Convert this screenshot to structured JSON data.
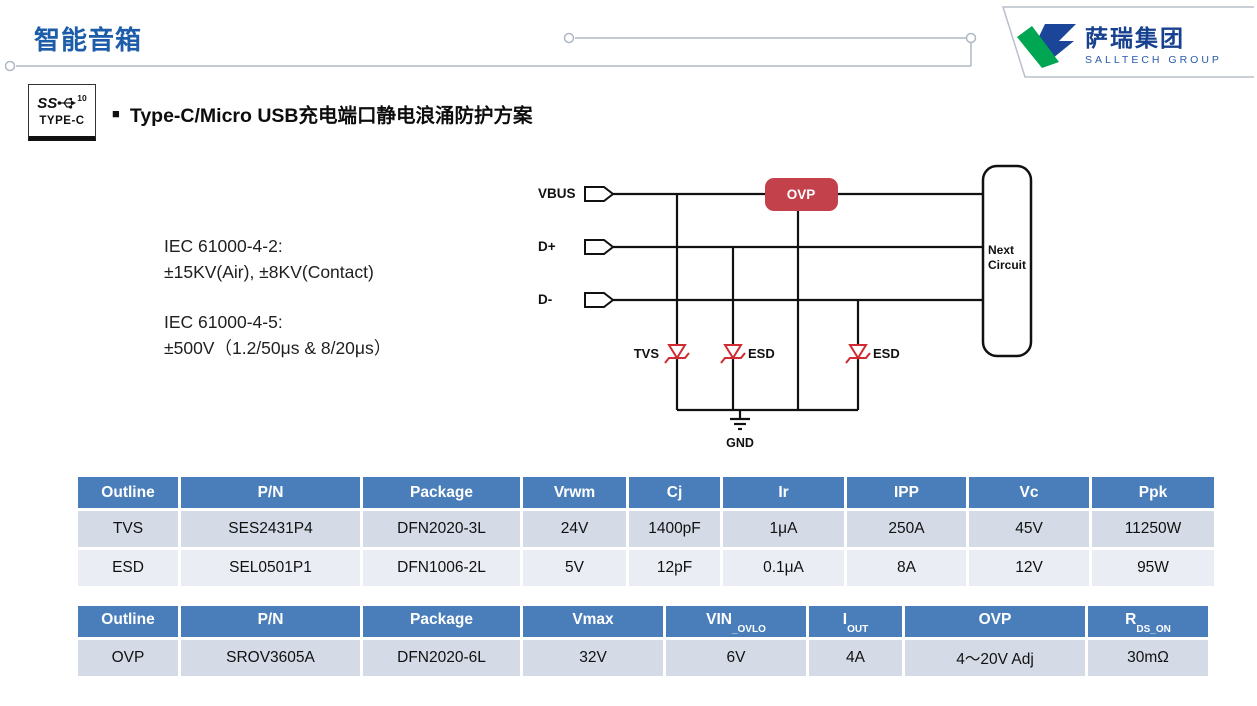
{
  "page": {
    "title": "智能音箱",
    "bullet": "■",
    "section_heading": "Type-C/Micro USB充电端口静电浪涌防护方案"
  },
  "logo": {
    "name_cn": "萨瑞集团",
    "name_en": "SALLTECH GROUP"
  },
  "typec_icon": {
    "ss_label": "SS",
    "speed": "10",
    "caption": "TYPE-C"
  },
  "specs": {
    "line1": "IEC 61000-4-2:",
    "line2": "±15KV(Air), ±8KV(Contact)",
    "line3": "IEC 61000-4-5:",
    "line4": "±500V（1.2/50μs & 8/20μs）"
  },
  "circuit": {
    "signals": [
      "VBUS",
      "D+",
      "D-"
    ],
    "ovp_label": "OVP",
    "next_line1": "Next",
    "next_line2": "Circuit",
    "tvs_label": "TVS",
    "esd_label": "ESD",
    "gnd_label": "GND"
  },
  "table1": {
    "headers": [
      "Outline",
      "P/N",
      "Package",
      "Vrwm",
      "Cj",
      "Ir",
      "IPP",
      "Vc",
      "Ppk"
    ],
    "rows": [
      [
        "TVS",
        "SES2431P4",
        "DFN2020-3L",
        "24V",
        "1400pF",
        "1μA",
        "250A",
        "45V",
        "11250W"
      ],
      [
        "ESD",
        "SEL0501P1",
        "DFN1006-2L",
        "5V",
        "12pF",
        "0.1μA",
        "8A",
        "12V",
        "95W"
      ]
    ]
  },
  "table2": {
    "headers": [
      {
        "base": "Outline",
        "sub": ""
      },
      {
        "base": "P/N",
        "sub": ""
      },
      {
        "base": "Package",
        "sub": ""
      },
      {
        "base": "Vmax",
        "sub": ""
      },
      {
        "base": "VIN",
        "sub": "_OVLO"
      },
      {
        "base": "I",
        "sub": "OUT"
      },
      {
        "base": "OVP",
        "sub": ""
      },
      {
        "base": "R",
        "sub": "DS_ON"
      }
    ],
    "rows": [
      [
        "OVP",
        "SROV3605A",
        "DFN2020-6L",
        "32V",
        "6V",
        "4A",
        "4～20V Adj",
        "30mΩ"
      ]
    ]
  },
  "colors": {
    "header_bg": "#4A7EBA",
    "row_dark": "#D4DBE7",
    "row_light": "#EAEDF4",
    "title_blue": "#1D5CA8",
    "red_box": "#C2414B",
    "red_diode": "#CF2B31",
    "logo_green": "#00A651",
    "logo_blue": "#1B4598"
  }
}
